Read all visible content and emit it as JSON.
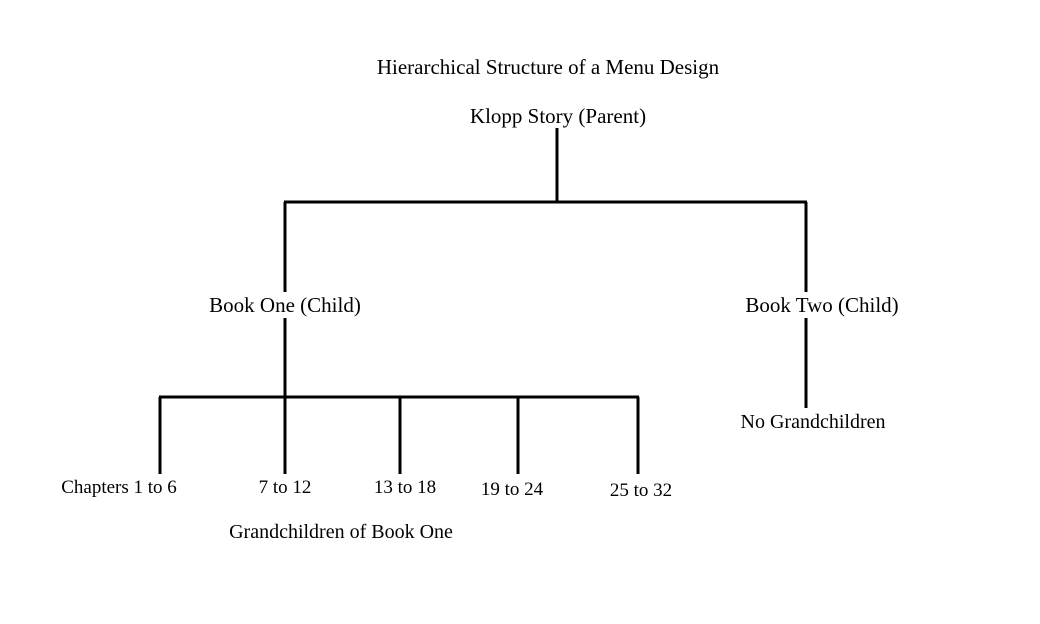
{
  "diagram": {
    "title": "Hierarchical Structure of a Menu Design",
    "caption": "Grandchildren of Book One",
    "background_color": "#ffffff",
    "line_color": "#000000",
    "text_color": "#000000",
    "root": {
      "label": "Klopp Story (Parent)",
      "children": [
        {
          "label": "Book One (Child)",
          "children": [
            {
              "label": "Chapters 1 to 6"
            },
            {
              "label": "7 to 12"
            },
            {
              "label": "13 to 18"
            },
            {
              "label": "19 to 24"
            },
            {
              "label": "25 to 32"
            }
          ]
        },
        {
          "label": "Book Two (Child)",
          "children": [
            {
              "label": "No Grandchildren"
            }
          ]
        }
      ]
    }
  }
}
